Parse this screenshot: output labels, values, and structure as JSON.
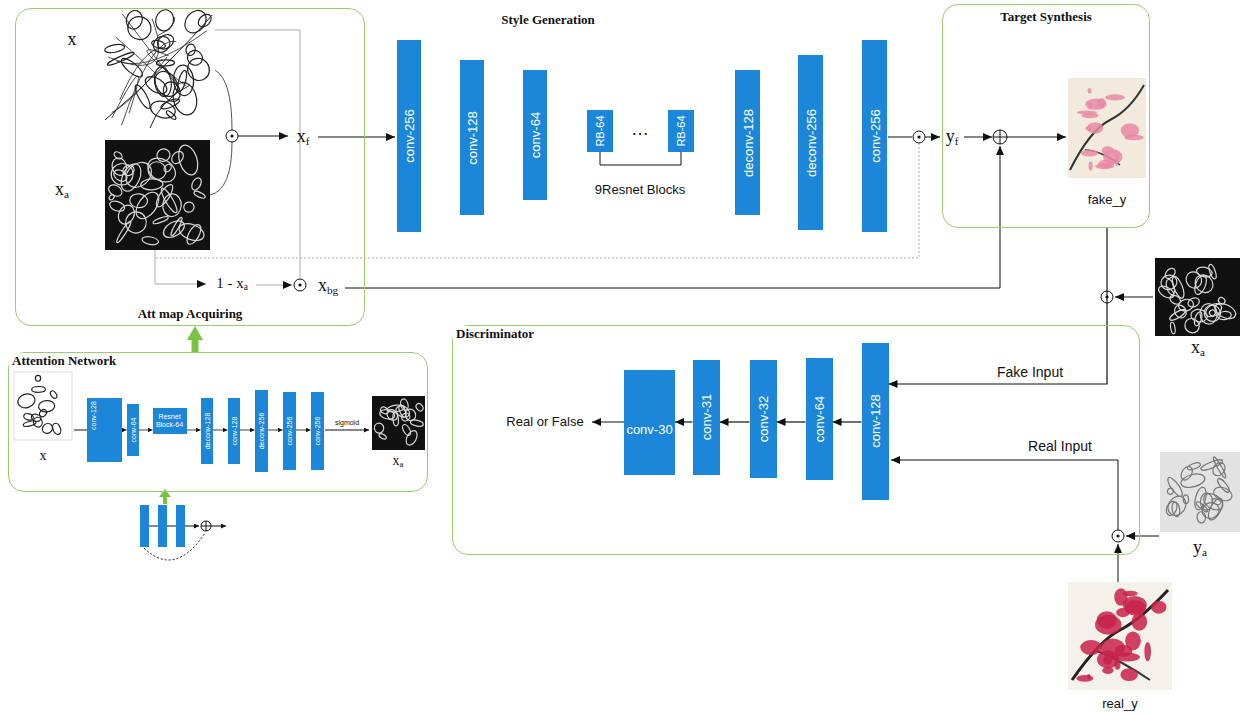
{
  "diagram": {
    "nodes": [
      {
        "text": [
          "Att map Acquiring"
        ]
      },
      {
        "text": [
          "conv-256"
        ]
      },
      {
        "text": [
          "conv-128"
        ]
      },
      {
        "text": [
          "conv-64"
        ]
      },
      {
        "text": [
          "RB-64"
        ]
      },
      {
        "text": [
          "RB-64"
        ]
      },
      {
        "text": [
          "deconv-128"
        ]
      },
      {
        "text": [
          "deconv-256"
        ]
      },
      {
        "text": [
          "conv-256"
        ]
      },
      {
        "text": [
          "Target Synthesis"
        ]
      },
      {
        "text": [
          "Discriminator"
        ]
      },
      {
        "text": [
          "conv-30"
        ],
        "in": 10
      },
      {
        "text": [
          "conv-31"
        ],
        "in": 10
      },
      {
        "text": [
          "conv-32"
        ],
        "in": 10
      },
      {
        "text": [
          "conv-64"
        ],
        "in": 10
      },
      {
        "text": [
          "conv-128"
        ],
        "in": 10
      },
      {
        "text": [
          "Attention Network"
        ]
      },
      {
        "text": [
          "conv-128"
        ],
        "in": 16
      },
      {
        "text": [
          "conv-64"
        ],
        "in": 16
      },
      {
        "text": [
          "Resnet Block-64"
        ],
        "in": 16
      },
      {
        "text": [
          "deconv-128"
        ],
        "in": 16
      },
      {
        "text": [
          "conv-128"
        ],
        "in": 16
      },
      {
        "text": [
          "deconv-256"
        ],
        "in": 16
      },
      {
        "text": [
          "conv-256"
        ],
        "in": 16
      },
      {
        "text": [
          "conv-256"
        ],
        "in": 16
      }
    ],
    "edges": [
      {
        "from": 16,
        "to": 0,
        "arrow": "to"
      },
      {
        "from": 15,
        "to": 14,
        "arrow": "to"
      },
      {
        "from": 14,
        "to": 13,
        "arrow": "to"
      },
      {
        "from": 13,
        "to": 12,
        "arrow": "to"
      },
      {
        "from": 12,
        "to": 11,
        "arrow": "to"
      },
      {
        "from": 9,
        "to": 15,
        "label": "Fake Input",
        "arrow": "to"
      },
      {
        "from": 4,
        "to": 5,
        "arrow": "none"
      },
      {
        "from": 17,
        "to": 18,
        "arrow": "to"
      },
      {
        "from": 18,
        "to": 19,
        "arrow": "to"
      },
      {
        "from": 19,
        "to": 20,
        "arrow": "to"
      },
      {
        "from": 20,
        "to": 21,
        "arrow": "to"
      },
      {
        "from": 21,
        "to": 22,
        "arrow": "to"
      },
      {
        "from": 22,
        "to": 23,
        "arrow": "to"
      },
      {
        "from": 23,
        "to": 24,
        "arrow": "to"
      }
    ],
    "labels": [
      "Style Generation",
      "x",
      "xa",
      "xf",
      "1 - xa",
      "xbg",
      "…",
      "9Resnet Blocks",
      "yf",
      "fake_y",
      "xa",
      "Real Input",
      "Real or False",
      "ya",
      "real_y",
      "x",
      "xa",
      "sigmoid"
    ]
  }
}
